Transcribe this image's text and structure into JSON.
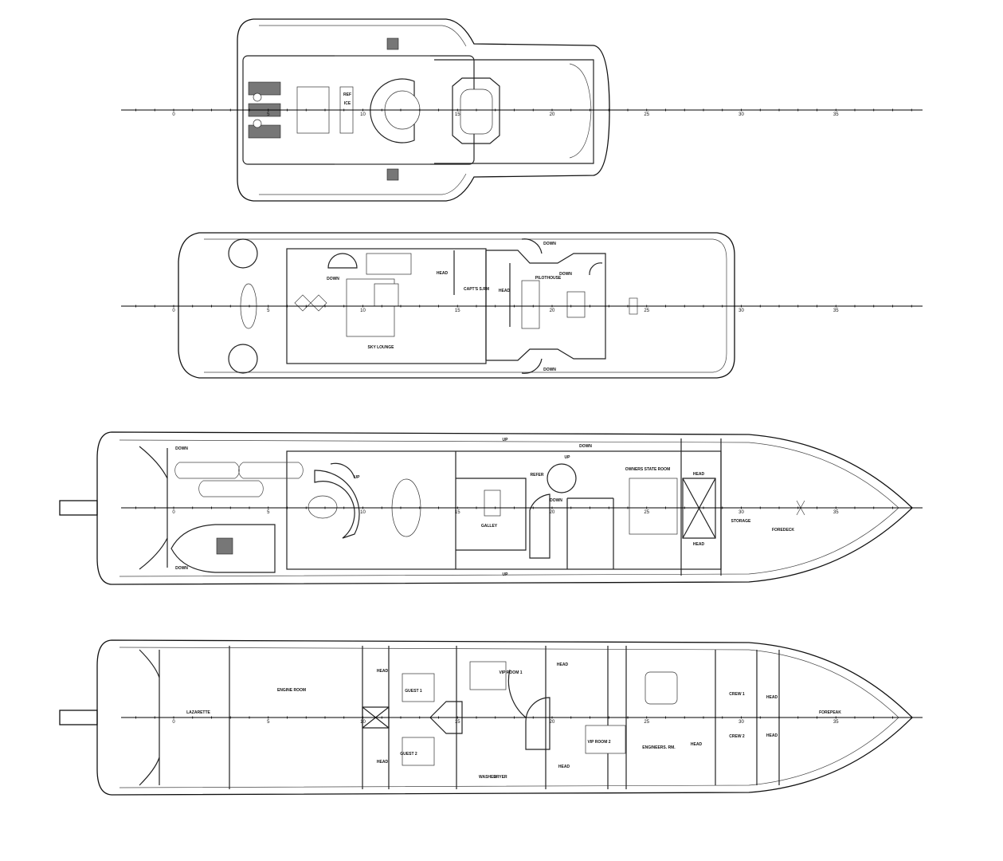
{
  "scale_ticks": [
    "0",
    "5",
    "10",
    "15",
    "20",
    "25",
    "30",
    "35"
  ],
  "decks": [
    {
      "id": "sun-deck",
      "labels": [
        "REF",
        "ICE"
      ]
    },
    {
      "id": "bridge-deck",
      "labels": [
        "DOWN",
        "HEAD",
        "CAPT'S S.RM",
        "HEAD",
        "PILOTHOUSE",
        "DOWN",
        "DOWN",
        "DOWN",
        "SKY LOUNGE"
      ]
    },
    {
      "id": "main-deck",
      "labels": [
        "DOWN",
        "DOWN",
        "UP",
        "UP",
        "DOWN",
        "UP",
        "REFER",
        "DOWN",
        "GALLEY",
        "OWNERS STATE ROOM",
        "HEAD",
        "HEAD",
        "STORAGE",
        "FOREDECK",
        "UP"
      ]
    },
    {
      "id": "lower-deck",
      "labels": [
        "LAZARETTE",
        "ENGINE ROOM",
        "HEAD",
        "GUEST 1",
        "HEAD",
        "GUEST 2",
        "VIP ROOM 1",
        "HEAD",
        "VIP ROOM 2",
        "HEAD",
        "ENGINEERS. RM.",
        "HEAD",
        "CREW 1",
        "HEAD",
        "CREW 2",
        "HEAD",
        "FOREPEAK",
        "WASHER",
        "DRYER"
      ]
    }
  ]
}
